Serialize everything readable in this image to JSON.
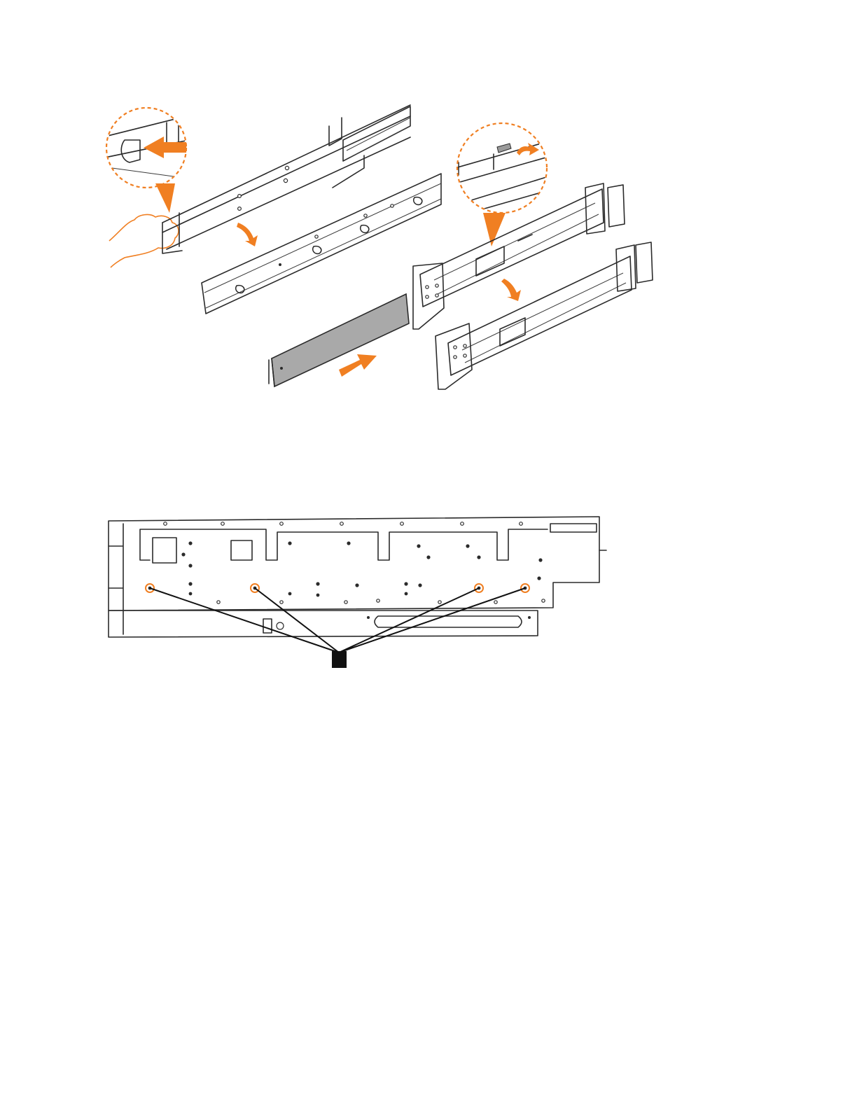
{
  "colors": {
    "accent": "#f07f22",
    "line": "#2b2b2b",
    "fill_gray": "#a9a9a9",
    "callout_box": "#111111"
  },
  "figures": [
    {
      "name": "rail-installation-steps",
      "icons": [
        "latch-release-arrow-icon",
        "rotate-arrow-icon",
        "push-arrow-icon",
        "release-lever-icon"
      ]
    },
    {
      "name": "chassis-side-view",
      "icons": [
        "screw-location-marker-icon",
        "callout-box-icon"
      ]
    }
  ],
  "chassis": {
    "highlighted_screw_count": 4
  }
}
